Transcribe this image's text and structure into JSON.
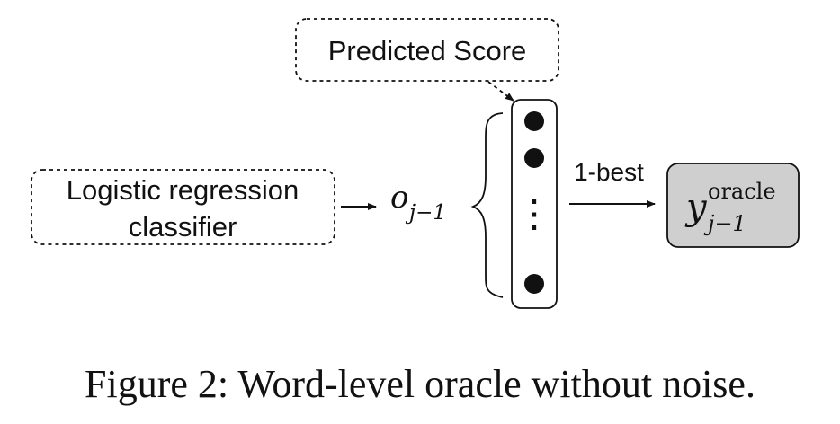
{
  "diagram": {
    "score_label": "Predicted Score",
    "classifier_label": {
      "line1": "Logistic regression",
      "line2": "classifier"
    },
    "o_label": {
      "base": "o",
      "subscript": "j−1"
    },
    "arrow_label": "1-best",
    "oracle_label": {
      "base": "y",
      "superscript": "oracle",
      "subscript": "j−1"
    },
    "vector_ellipsis": "⋮",
    "colors": {
      "stroke": "#111111",
      "oracle_fill": "#cfcfcf",
      "dashed_box_fill": "#ffffff"
    }
  },
  "caption": "Figure 2: Word-level oracle without noise."
}
